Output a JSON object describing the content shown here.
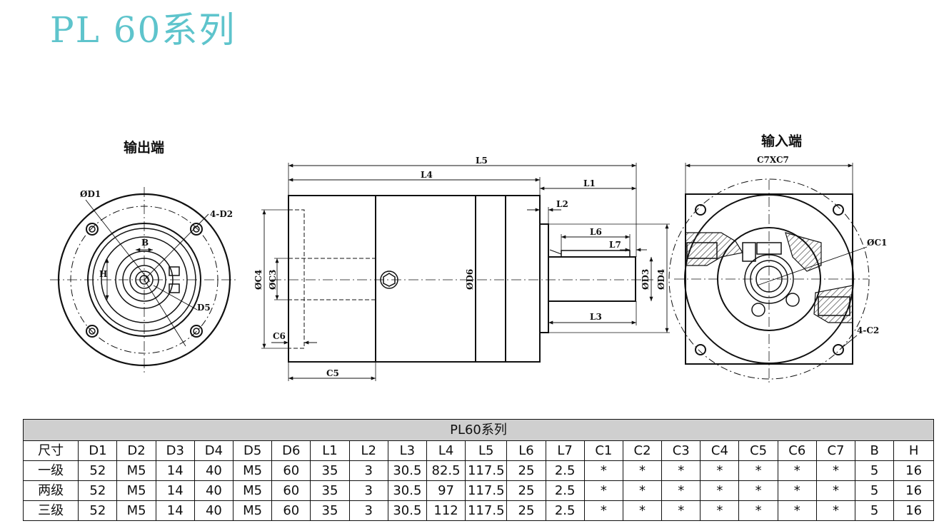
{
  "title": "PL 60系列",
  "views": {
    "output_label": "输出端",
    "input_label": "输入端"
  },
  "dimension_labels": {
    "phi_d1": "ØD1",
    "d2": "4-D2",
    "b": "B",
    "h": "H",
    "d5": "D5",
    "l5": "L5",
    "l4": "L4",
    "l1": "L1",
    "l2": "L2",
    "l6": "L6",
    "l7": "L7",
    "l3": "L3",
    "phi_c4": "ØC4",
    "phi_c3": "ØC3",
    "c6": "C6",
    "c5": "C5",
    "phi_d6": "ØD6",
    "phi_d3": "ØD3",
    "phi_d4": "ØD4",
    "c7xc7": "C7XC7",
    "phi_c1": "ØC1",
    "c2": "4-C2"
  },
  "table": {
    "caption": "PL60系列",
    "headers": [
      "尺寸",
      "D1",
      "D2",
      "D3",
      "D4",
      "D5",
      "D6",
      "L1",
      "L2",
      "L3",
      "L4",
      "L5",
      "L6",
      "L7",
      "C1",
      "C2",
      "C3",
      "C4",
      "C5",
      "C6",
      "C7",
      "B",
      "H"
    ],
    "rows": [
      [
        "一级",
        "52",
        "M5",
        "14",
        "40",
        "M5",
        "60",
        "35",
        "3",
        "30.5",
        "82.5",
        "117.5",
        "25",
        "2.5",
        "*",
        "*",
        "*",
        "*",
        "*",
        "*",
        "*",
        "5",
        "16"
      ],
      [
        "两级",
        "52",
        "M5",
        "14",
        "40",
        "M5",
        "60",
        "35",
        "3",
        "30.5",
        "97",
        "117.5",
        "25",
        "2.5",
        "*",
        "*",
        "*",
        "*",
        "*",
        "*",
        "*",
        "5",
        "16"
      ],
      [
        "三级",
        "52",
        "M5",
        "14",
        "40",
        "M5",
        "60",
        "35",
        "3",
        "30.5",
        "112",
        "117.5",
        "25",
        "2.5",
        "*",
        "*",
        "*",
        "*",
        "*",
        "*",
        "*",
        "5",
        "16"
      ]
    ]
  },
  "colors": {
    "title": "#5ec4cc",
    "caption_bg": "#cfcfcf",
    "line": "#111111",
    "hatch": "#666666"
  }
}
